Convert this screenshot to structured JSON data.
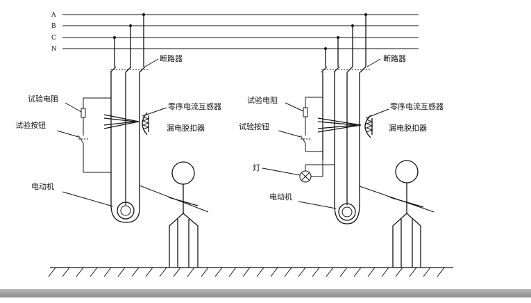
{
  "bus_lines": [
    "A",
    "B",
    "C",
    "N"
  ],
  "left_circuit": {
    "breaker": "断路器",
    "test_resistor": "试验电阻",
    "test_button": "试验按钮",
    "zero_seq_ct": "零序电流互感器",
    "trip_unit": "漏电脱扣器",
    "motor": "电动机"
  },
  "right_circuit": {
    "breaker": "断路器",
    "test_resistor": "试验电阻",
    "test_button": "试验按钮",
    "zero_seq_ct": "零序电流互感器",
    "trip_unit": "漏电脱扣器",
    "lamp": "灯",
    "motor": "电动机"
  }
}
